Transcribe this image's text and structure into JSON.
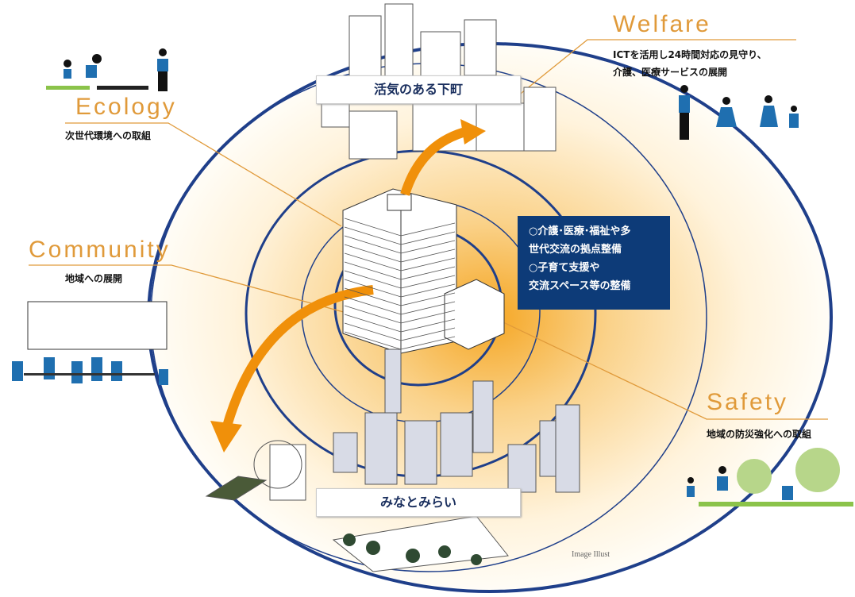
{
  "categories": [
    {
      "title": "Welfare",
      "desc": [
        "ICTを活用し24時間対応の見守り、",
        "介護、医療サービスの展開"
      ]
    },
    {
      "title": "Ecology",
      "desc": [
        "次世代環境への取組"
      ]
    },
    {
      "title": "Community",
      "desc": [
        "地域への展開"
      ]
    },
    {
      "title": "Safety",
      "desc": [
        "地域の防災強化への取組"
      ]
    }
  ],
  "places": {
    "top": "活気のある下町",
    "bottom": "みなとみらい"
  },
  "center_box": [
    "○介護･医療･福祉や多",
    "世代交流の拠点整備",
    "○子育て支援や",
    "交流スペース等の整備"
  ],
  "credit": "Image Illust",
  "colors": {
    "ring": "#1f3f8a",
    "accent": "#e09a3a",
    "arrow": "#f0900a",
    "box": "#0d3b78"
  }
}
